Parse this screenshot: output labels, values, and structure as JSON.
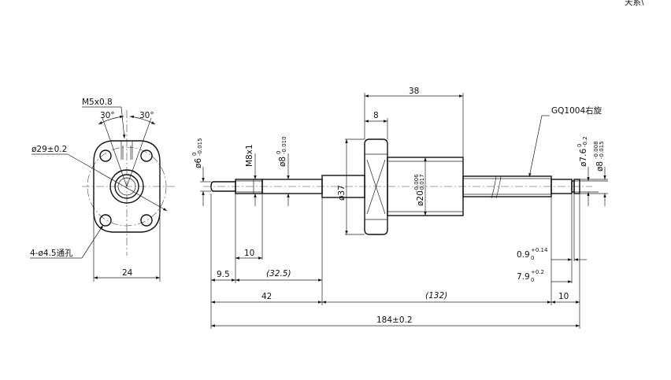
{
  "corner_text": "天系\\",
  "flange_view": {
    "thread_label": "M5x0.8",
    "angle_left": "30°",
    "angle_right": "30°",
    "pcd_label": "ø29±0.2",
    "holes_label": "4-ø4.5通孔",
    "width_label": "24"
  },
  "side_view": {
    "dim_38": "38",
    "dim_8": "8",
    "lead_label": "GQ1004右旋",
    "d6_label": "ø6",
    "d6_tol": [
      "0",
      "-0.015"
    ],
    "m8_label": "M8x1",
    "d8_label": "ø8",
    "d8_tol": [
      "0",
      "-0.010"
    ],
    "d37_label": "ø37",
    "d20_label": "ø20",
    "d20_tol": [
      "-0.006",
      "-0.017"
    ],
    "d76_label": "ø7.6",
    "d76_tol": [
      "0",
      "-0.2"
    ],
    "d8r_label": "ø8",
    "d8r_tol": [
      "-0.008",
      "-0.015"
    ],
    "groove_w_label": "0.9",
    "groove_w_tol": [
      "+0.14",
      "0"
    ],
    "groove_pos_label": "7.9",
    "groove_pos_tol": [
      "+0.2",
      "0"
    ],
    "dim_10": "10",
    "dim_9_5": "9.5",
    "dim_32_5": "(32.5)",
    "dim_42": "42",
    "dim_132": "(132)",
    "dim_10_right": "10",
    "overall_label": "184±0.2"
  }
}
